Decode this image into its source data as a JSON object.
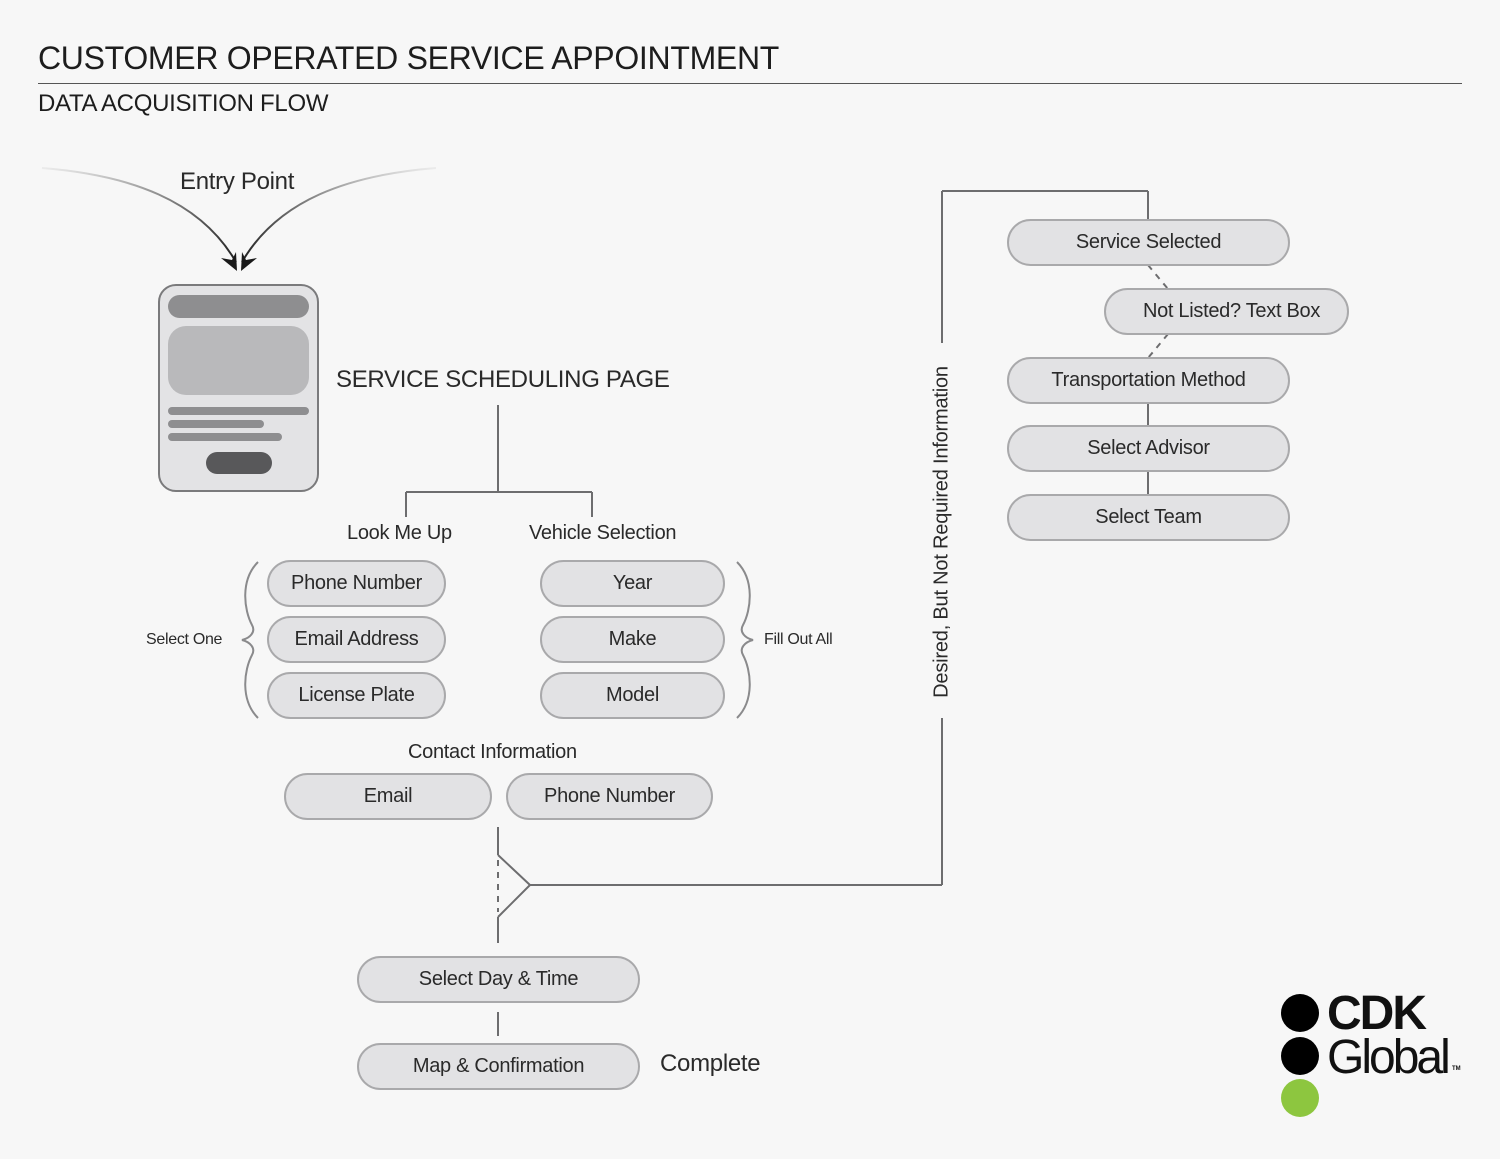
{
  "header": {
    "title": "CUSTOMER OPERATED SERVICE APPOINTMENT",
    "subtitle": "DATA ACQUISITION FLOW"
  },
  "entry": {
    "label": "Entry Point",
    "page_label": "SERVICE SCHEDULING PAGE"
  },
  "look_me_up": {
    "heading": "Look Me Up",
    "note": "Select One",
    "items": [
      "Phone Number",
      "Email Address",
      "License Plate"
    ]
  },
  "vehicle_selection": {
    "heading": "Vehicle Selection",
    "note": "Fill Out All",
    "items": [
      "Year",
      "Make",
      "Model"
    ]
  },
  "contact": {
    "heading": "Contact Information",
    "items": [
      "Email",
      "Phone Number"
    ]
  },
  "optional_branch": {
    "label": "Desired, But Not Required Information",
    "items": [
      "Service Selected",
      "Not Listed? Text Box",
      "Transportation Method",
      "Select Advisor",
      "Select Team"
    ]
  },
  "final_steps": {
    "items": [
      "Select Day & Time",
      "Map & Confirmation"
    ],
    "complete_label": "Complete"
  },
  "logo": {
    "line1": "CDK",
    "line2": "Global",
    "trademark": "TM",
    "colors": {
      "dark": "#000000",
      "accent": "#8dc63f"
    }
  }
}
